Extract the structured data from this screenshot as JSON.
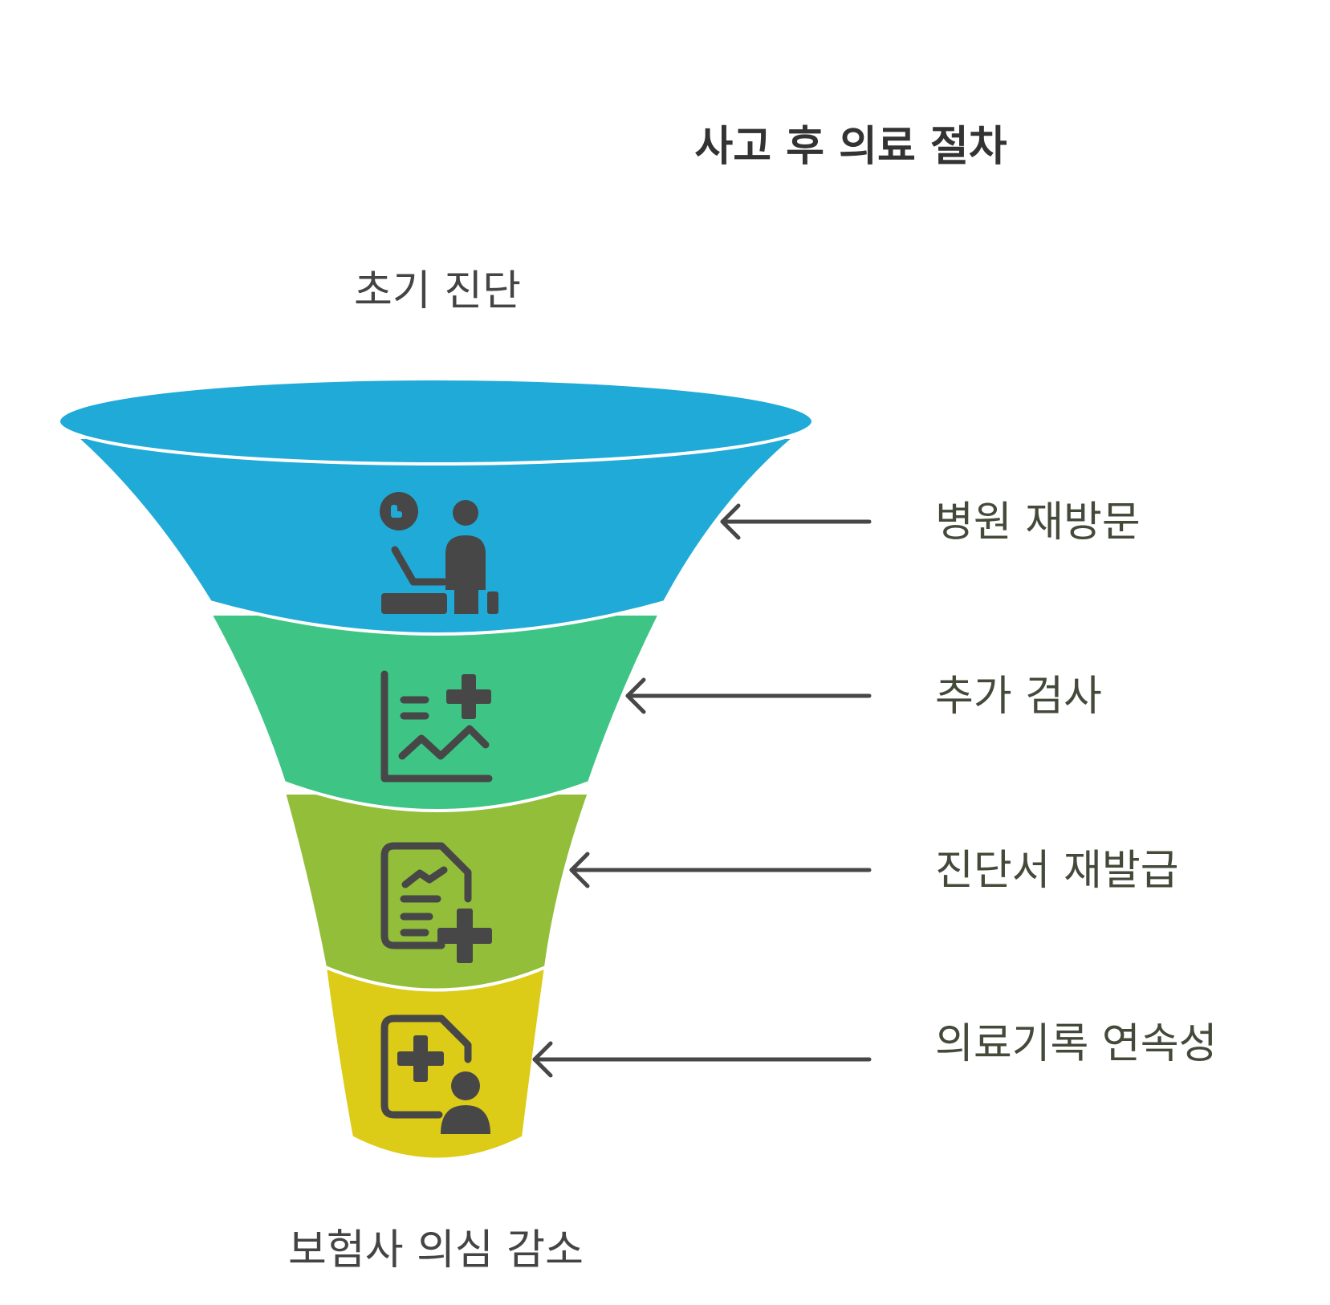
{
  "title": "사고 후 의료 절차",
  "top_label": "초기 진단",
  "bottom_label": "보험사 의심 감소",
  "colors": {
    "stage1": "#20AAD8",
    "stage2": "#3EC585",
    "stage3": "#92BE3A",
    "stage4": "#DCCB17",
    "icon": "#474747",
    "text": "#444444"
  },
  "stages": [
    {
      "label": "병원 재방문",
      "icon": "doctor-patient-icon"
    },
    {
      "label": "추가 검사",
      "icon": "chart-plus-icon"
    },
    {
      "label": "진단서 재발급",
      "icon": "report-plus-icon"
    },
    {
      "label": "의료기록 연속성",
      "icon": "medical-record-user-icon"
    }
  ]
}
